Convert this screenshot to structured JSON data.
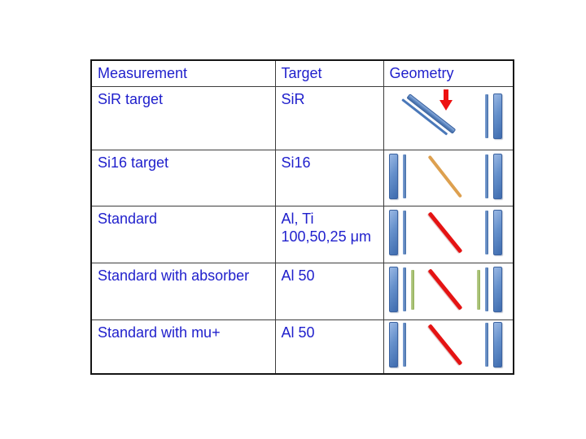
{
  "slide": {
    "background": "#ffffff"
  },
  "colors": {
    "text_blue": "#1f1fcc",
    "table_border": "#151515",
    "detector_blue": "#4a77b8",
    "absorber_green": "#9bbb59",
    "sample_red": "#e51313",
    "sample_orange": "#dda04f",
    "beam_arrow_red": "#ed1111"
  },
  "table": {
    "headers": {
      "measurement": "Measurement",
      "target": "Target",
      "geometry": "Geometry"
    },
    "rows": [
      {
        "measurement": "SiR target",
        "target_lines": [
          "SiR"
        ],
        "geometry": {
          "left": [],
          "center": "beam-on-tilted-target",
          "right": [
            "bar-thin",
            "bar-thick"
          ]
        }
      },
      {
        "measurement": "Si16 target",
        "target_lines": [
          "Si16"
        ],
        "geometry": {
          "left": [
            "bar-thick",
            "bar-thin"
          ],
          "center": "orange-diagonal-sample",
          "right": [
            "bar-thin",
            "bar-thick"
          ]
        }
      },
      {
        "measurement": "Standard",
        "target_lines": [
          "Al, Ti",
          "100,50,25 μm"
        ],
        "geometry": {
          "left": [
            "bar-thick",
            "bar-thin"
          ],
          "center": "red-diagonal-sample",
          "right": [
            "bar-thin",
            "bar-thick"
          ]
        }
      },
      {
        "measurement": "Standard with absorber",
        "target_lines": [
          "Al 50"
        ],
        "geometry": {
          "left": [
            "bar-thick",
            "bar-thin",
            "bar-green"
          ],
          "center": "red-diagonal-sample",
          "right": [
            "bar-green",
            "bar-thin",
            "bar-thick"
          ]
        }
      },
      {
        "measurement": "Standard with mu+",
        "target_lines": [
          "Al 50"
        ],
        "geometry": {
          "left": [
            "bar-thick",
            "bar-thin"
          ],
          "center": "red-diagonal-sample",
          "right": [
            "bar-thin",
            "bar-thick"
          ]
        }
      }
    ]
  }
}
